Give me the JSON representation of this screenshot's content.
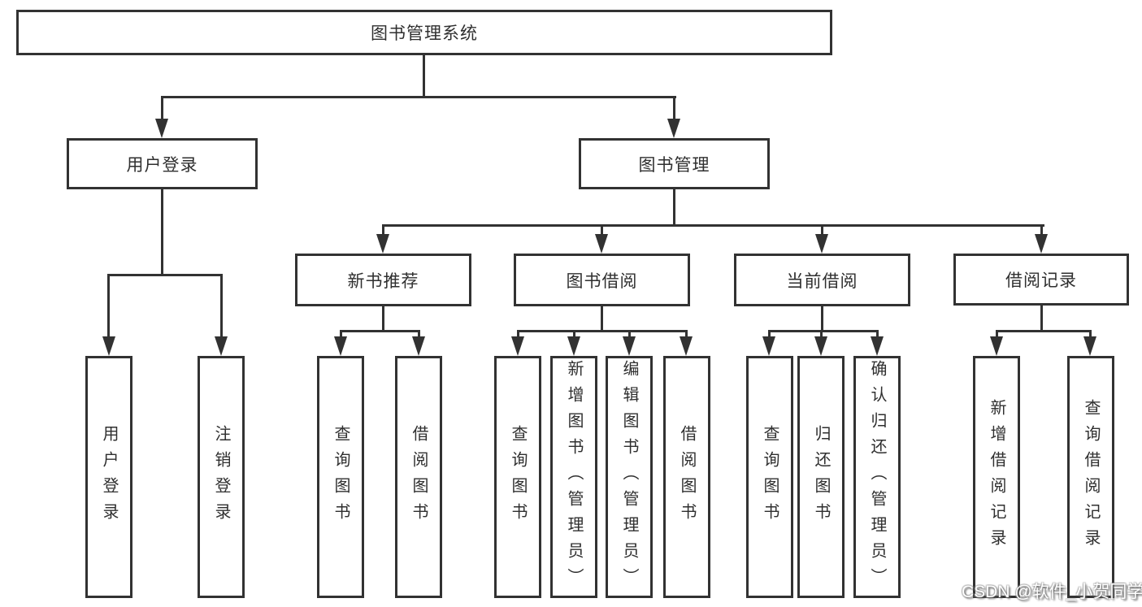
{
  "diagram_title": "图书管理系统",
  "nodes": {
    "root": {
      "label": "图书管理系统"
    },
    "userLogin": {
      "label": "用户登录"
    },
    "bookMgmt": {
      "label": "图书管理"
    },
    "newBookRec": {
      "label": "新书推荐"
    },
    "bookBorrow": {
      "label": "图书借阅"
    },
    "currentBorrow": {
      "label": "当前借阅"
    },
    "borrowRecords": {
      "label": "借阅记录"
    },
    "uUserLogin": {
      "label": "用户登录"
    },
    "uLogout": {
      "label": "注销登录"
    },
    "nQueryBook": {
      "label": "查询图书"
    },
    "nBorrowBook": {
      "label": "借阅图书"
    },
    "bQueryBook": {
      "label": "查询图书"
    },
    "bAddBook": {
      "label": "新增图书（管理员）"
    },
    "bEditBook": {
      "label": "编辑图书（管理员）"
    },
    "bBorrowBook": {
      "label": "借阅图书"
    },
    "cQueryBook": {
      "label": "查询图书"
    },
    "cReturnBook": {
      "label": "归还图书"
    },
    "cConfirmReturn": {
      "label": "确认归还（管理员）"
    },
    "rAddRecord": {
      "label": "新增借阅记录"
    },
    "rQueryRecord": {
      "label": "查询借阅记录"
    }
  },
  "hierarchy": {
    "图书管理系统": {
      "用户登录": [
        "用户登录",
        "注销登录"
      ],
      "图书管理": {
        "新书推荐": [
          "查询图书",
          "借阅图书"
        ],
        "图书借阅": [
          "查询图书",
          "新增图书（管理员）",
          "编辑图书（管理员）",
          "借阅图书"
        ],
        "当前借阅": [
          "查询图书",
          "归还图书",
          "确认归还（管理员）"
        ],
        "借阅记录": [
          "新增借阅记录",
          "查询借阅记录"
        ]
      }
    }
  },
  "watermark": {
    "text": "CSDN @软件_小贺同学"
  },
  "colors": {
    "line": "#323232",
    "box_border": "#323232",
    "box_fill": "#ffffff",
    "text": "#2f2f2f",
    "watermark_text": "#ffffff",
    "background": "#ffffff"
  }
}
